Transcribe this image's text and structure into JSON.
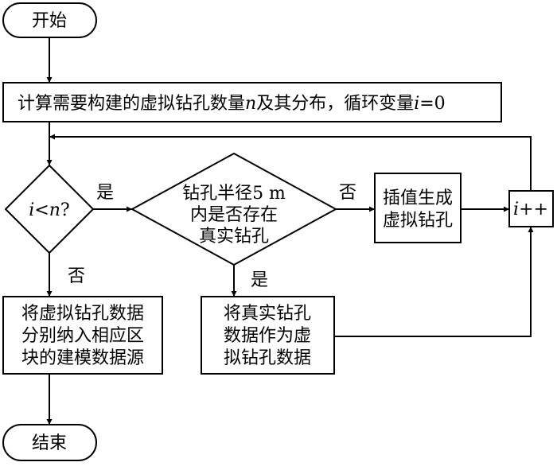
{
  "diagram": {
    "start": "开始",
    "compute": {
      "prefix": "计算需要构建的虚拟钻孔数量",
      "var_n": "n",
      "middle": "及其分布，循环变量",
      "var_i": "i",
      "suffix": "=0"
    },
    "condition": {
      "var_i": "i",
      "op": "<",
      "var_n": "n",
      "q": "?"
    },
    "check": {
      "line1": "钻孔半径5 m",
      "line2": "内是否存在",
      "line3": "真实钻孔"
    },
    "interpolate": {
      "line1": "插值生成",
      "line2": "虚拟钻孔"
    },
    "increment": {
      "var_i": "i",
      "op": "++"
    },
    "use_real": {
      "line1": "将真实钻孔",
      "line2": "数据作为虚",
      "line3": "拟钻孔数据"
    },
    "assign": {
      "line1": "将虚拟钻孔数据",
      "line2": "分别纳入相应区",
      "line3": "块的建模数据源"
    },
    "end": "结束",
    "labels": {
      "yes": "是",
      "no": "否"
    }
  }
}
